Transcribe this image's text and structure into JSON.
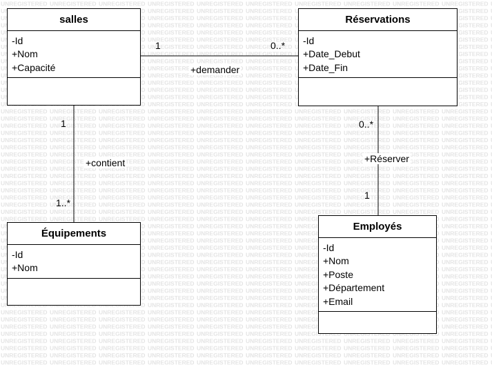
{
  "watermark_text": "UNREGISTERED",
  "classes": {
    "salles": {
      "name": "salles",
      "attributes": [
        "-Id",
        "+Nom",
        "+Capacité"
      ]
    },
    "reservations": {
      "name": "Réservations",
      "attributes": [
        "-Id",
        "+Date_Debut",
        "+Date_Fin"
      ]
    },
    "equipements": {
      "name": "Équipements",
      "attributes": [
        "-Id",
        "+Nom"
      ]
    },
    "employes": {
      "name": "Employés",
      "attributes": [
        "-Id",
        "+Nom",
        "+Poste",
        "+Département",
        "+Email"
      ]
    }
  },
  "associations": {
    "demander": {
      "name": "+demander",
      "source_mult": "1",
      "target_mult": "0..*"
    },
    "contient": {
      "name": "+contient",
      "source_mult": "1",
      "target_mult": "1..*"
    },
    "reserver": {
      "name": "+Réserver",
      "source_mult": "0..*",
      "target_mult": "1"
    }
  }
}
